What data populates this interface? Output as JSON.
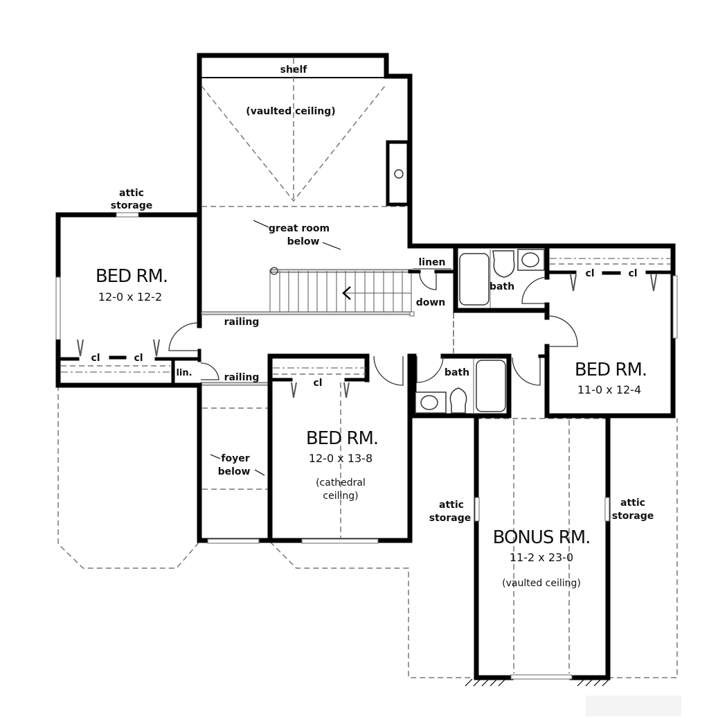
{
  "plan": {
    "type": "second-floor-plan",
    "labels": {
      "shelf": "shelf",
      "vaulted_ceiling_top": "(vaulted ceiling)",
      "great_room_line1": "great room",
      "great_room_line2": "below",
      "linen": "linen",
      "down": "down",
      "railing_upper": "railing",
      "railing_lower": "railing",
      "lin": "lin.",
      "attic_storage_nw_line1": "attic",
      "attic_storage_nw_line2": "storage",
      "attic_storage_w_line1": "attic",
      "attic_storage_w_line2": "storage",
      "attic_storage_e_line1": "attic",
      "attic_storage_e_line2": "storage",
      "foyer_line1": "foyer",
      "foyer_line2": "below",
      "bath_upper": "bath",
      "bath_lower": "bath"
    },
    "rooms": [
      {
        "id": "bed-rm-west",
        "name": "BED RM.",
        "dimensions": "12-0 x 12-2",
        "closet_left": "cl",
        "closet_right": "cl"
      },
      {
        "id": "bed-rm-east",
        "name": "BED RM.",
        "dimensions": "11-0 x 12-4",
        "closet_left": "cl",
        "closet_right": "cl"
      },
      {
        "id": "bed-rm-center",
        "name": "BED RM.",
        "dimensions": "12-0 x 13-8",
        "closet": "cl",
        "ceiling_line1": "(cathedral",
        "ceiling_line2": "ceiling)"
      },
      {
        "id": "bonus-rm",
        "name": "BONUS RM.",
        "dimensions": "11-2 x 23-0",
        "ceiling": "(vaulted ceiling)"
      }
    ]
  }
}
